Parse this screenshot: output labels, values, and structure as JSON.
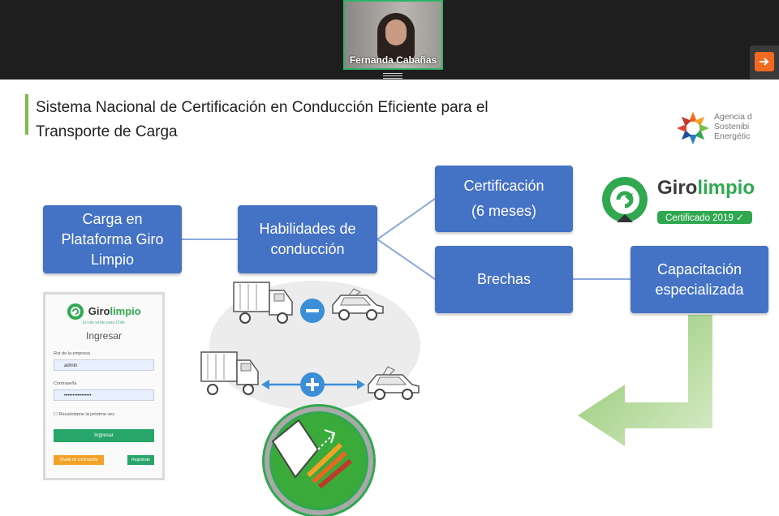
{
  "meeting": {
    "participant_name": "Fernanda Cabañas"
  },
  "side_toolbar": {
    "icons": [
      "arrow-right-icon",
      "microphone-icon",
      "camera-icon",
      "window-icon"
    ],
    "colors": {
      "arrow": "#f26a21",
      "mic": "#e0452b"
    }
  },
  "slide": {
    "title_line1": "Sistema Nacional de Certificación en Conducción Eficiente para el",
    "title_line2": "Transporte de Carga",
    "agency_lines": [
      "Agencia d",
      "Sostenibi",
      "Energétic"
    ],
    "boxes": {
      "carga": [
        "Carga en",
        "Plataforma Giro",
        "Limpio"
      ],
      "habilidades": [
        "Habilidades de",
        "conducción"
      ],
      "certificacion": [
        "Certificación",
        "(6 meses)"
      ],
      "brechas": [
        "Brechas"
      ],
      "capacitacion": [
        "Capacitación",
        "especializada"
      ]
    },
    "giro_logo": {
      "word_giro": "Giro",
      "word_limpio": "limpio",
      "badge": "Certificado 2019 ✓"
    },
    "login": {
      "logo_giro": "Giro",
      "logo_limpio": "limpio",
      "tagline": "la ruta verde para Chile",
      "heading": "Ingresar",
      "rut_label": "Rut de la empresa",
      "rut_value": "admin",
      "password_label": "Contraseña",
      "password_value": "••••••••••••••••",
      "remember_label": "Recuérdame la próxima vez",
      "submit_label": "Ingresar",
      "forgot_label": "Olvidé mi contraseña",
      "register_label": "Registrate"
    },
    "colors": {
      "box": "#4472c4",
      "green": "#2fa84f",
      "arrow": "#a9d08e",
      "title_bar": "#7cbd4b"
    }
  }
}
